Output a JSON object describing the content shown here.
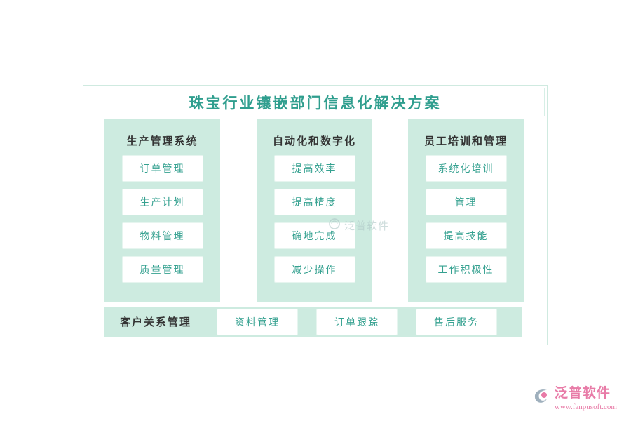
{
  "title": "珠宝行业镶嵌部门信息化解决方案",
  "columns": [
    {
      "header": "生产管理系统",
      "items": [
        "订单管理",
        "生产计划",
        "物料管理",
        "质量管理"
      ]
    },
    {
      "header": "自动化和数字化",
      "items": [
        "提高效率",
        "提高精度",
        "确地完成",
        "减少操作"
      ]
    },
    {
      "header": "员工培训和管理",
      "items": [
        "系统化培训",
        "管理",
        "提高技能",
        "工作积极性"
      ]
    }
  ],
  "bottom": {
    "header": "客户关系管理",
    "items": [
      "资料管理",
      "订单跟踪",
      "售后服务"
    ]
  },
  "watermark": "泛普软件",
  "brand": {
    "name": "泛普软件",
    "url": "www.fanpusoft.com"
  },
  "colors": {
    "panel_mint": "#cdebe0",
    "title_teal": "#2f9e8e",
    "item_teal": "#35a190",
    "header_dark": "#333333",
    "brand_pink": "#e87ba7"
  }
}
